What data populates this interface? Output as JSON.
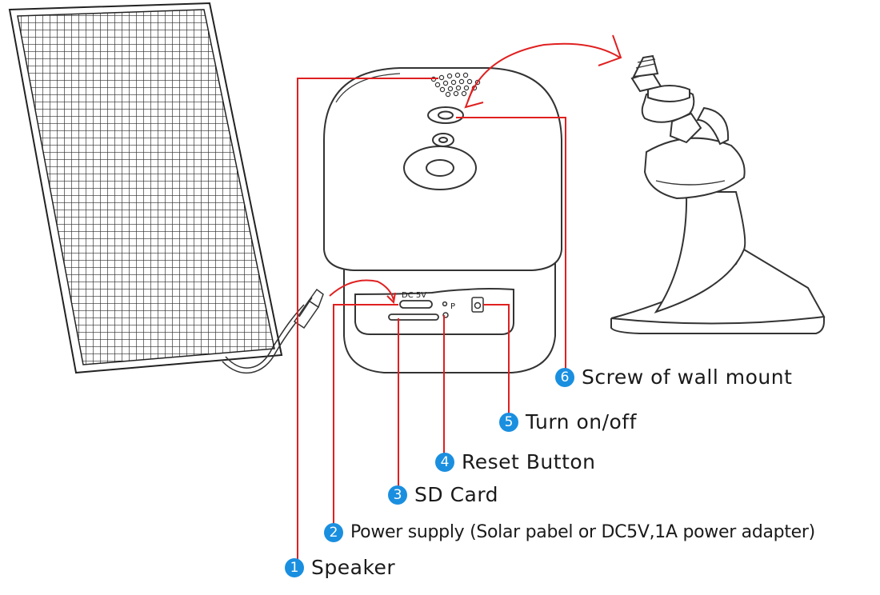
{
  "diagram": {
    "colors": {
      "badge": "#1a8fe0",
      "leader": "#e02020",
      "line": "#333333"
    },
    "port_labels": {
      "dc": "DC 5V",
      "reset": "P"
    },
    "callouts": [
      {
        "number": "1",
        "text": "Speaker"
      },
      {
        "number": "2",
        "text": "Power supply (Solar pabel or DC5V,1A power adapter)"
      },
      {
        "number": "3",
        "text": "SD Card"
      },
      {
        "number": "4",
        "text": "Reset Button"
      },
      {
        "number": "5",
        "text": "Turn on/off"
      },
      {
        "number": "6",
        "text": "Screw of wall mount"
      }
    ]
  }
}
